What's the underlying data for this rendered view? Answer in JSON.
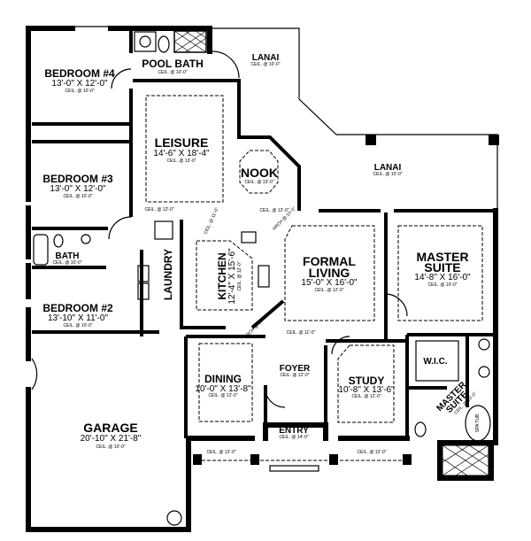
{
  "rooms": {
    "bedroom4": {
      "name": "BEDROOM #4",
      "size": "13'-0\" X 12'-0\"",
      "ceil": "CEIL. @ 10'-0\""
    },
    "pool_bath": {
      "name": "POOL BATH",
      "ceil": "CEIL. @ 10'-0\""
    },
    "lanai_top": {
      "name": "LANAI",
      "ceil": "CEIL. @ 10'-0\""
    },
    "leisure": {
      "name": "LEISURE",
      "size": "14'-6\" X 18'-4\"",
      "ceil": "CEIL. @ 13'-0\""
    },
    "nook": {
      "name": "NOOK",
      "ceil": "CEIL. @ 13'-0\""
    },
    "lanai_right": {
      "name": "LANAI",
      "ceil": "CEIL. @ 10'-0\""
    },
    "bedroom3": {
      "name": "BEDROOM #3",
      "size": "13'-0\" X 12'-0\"",
      "ceil": "CEIL. @ 10'-0\""
    },
    "bath": {
      "name": "BATH",
      "ceil": "CEIL. @ 10'-0\""
    },
    "laundry": {
      "name": "LAUNDRY"
    },
    "kitchen": {
      "name": "KITCHEN",
      "size": "12'-4\" X 15'-6\"",
      "ceil": "CEIL. @ 12'-0\""
    },
    "formal_living": {
      "name1": "FORMAL",
      "name2": "LIVING",
      "size": "15'-0\" X 16'-0\"",
      "ceil": "CEIL. @ 12'-0\""
    },
    "master_suite": {
      "name1": "MASTER",
      "name2": "SUITE",
      "size": "14'-8\" X 16'-0\"",
      "ceil": "CEIL. @ 10'-0\""
    },
    "bedroom2": {
      "name": "BEDROOM #2",
      "size": "13'-10\" X 11'-0\"",
      "ceil": "CEIL. @ 10'-0\""
    },
    "dining": {
      "name": "DINING",
      "size": "10'-0\" X 13'-8\"",
      "ceil": "CEIL. @ 12'-0\""
    },
    "foyer": {
      "name": "FOYER",
      "ceil": "CEIL. @ 12'-0\""
    },
    "study": {
      "name": "STUDY",
      "size": "10'-8\" X 13'-6\"",
      "ceil": "CEIL. @ 12'-0\""
    },
    "wic": {
      "name": "W.I.C."
    },
    "master_bath": {
      "name1": "MASTER",
      "name2": "SUITE",
      "ceil": "CEIL. @ 10'-0\""
    },
    "entry": {
      "name": "ENTRY",
      "ceil": "CEIL. @ 14'-0\""
    },
    "garage": {
      "name": "GARAGE",
      "size": "20'-10\" X 21'-8\"",
      "ceil": "CEIL. @ 10'-0\""
    }
  },
  "notes": {
    "hall_ceil_left": "CEIL. @ 12'-0\"",
    "hall_ceil_nook": "CEIL. @ 12'-0\"",
    "kitchen_ceil": "CEIL. @ 11'-0\"",
    "arch_top": "ARCH @ 10'-0\"",
    "arch_bottom": "ARCH @ 10'-0\"",
    "living_ceil": "CEIL. @ 11'-0\"",
    "porch_ceil_left": "CEIL. @ 12'-0\"",
    "porch_ceil_right": "CEIL. @ 12'-0\"",
    "tub_label": "SPA TUB"
  }
}
